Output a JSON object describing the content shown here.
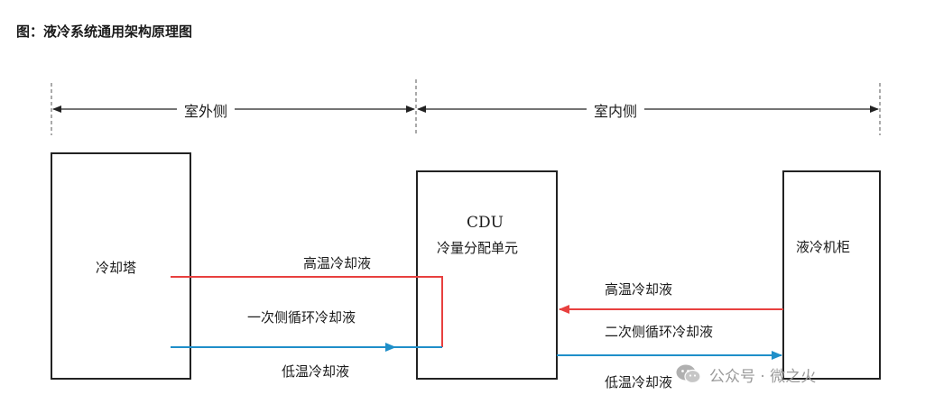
{
  "caption": "图：液冷系统通用架构原理图",
  "zones": {
    "outdoor": "室外侧",
    "indoor": "室内侧"
  },
  "components": {
    "cooling_tower": "冷却塔",
    "cdu_title": "CDU",
    "cdu_subtitle": "冷量分配单元",
    "cabinet": "液冷机柜"
  },
  "loops": {
    "primary": {
      "hot": "高温冷却液",
      "name": "一次侧循环冷却液",
      "cold": "低温冷却液"
    },
    "secondary": {
      "hot": "高温冷却液",
      "name": "二次侧循环冷却液",
      "cold": "低温冷却液"
    }
  },
  "colors": {
    "hot_line": "#e8403f",
    "cold_line": "#1f8fc9",
    "box_border": "#222222"
  },
  "watermark": {
    "text": "公众号 · 微之火",
    "icon": "wechat-icon"
  }
}
